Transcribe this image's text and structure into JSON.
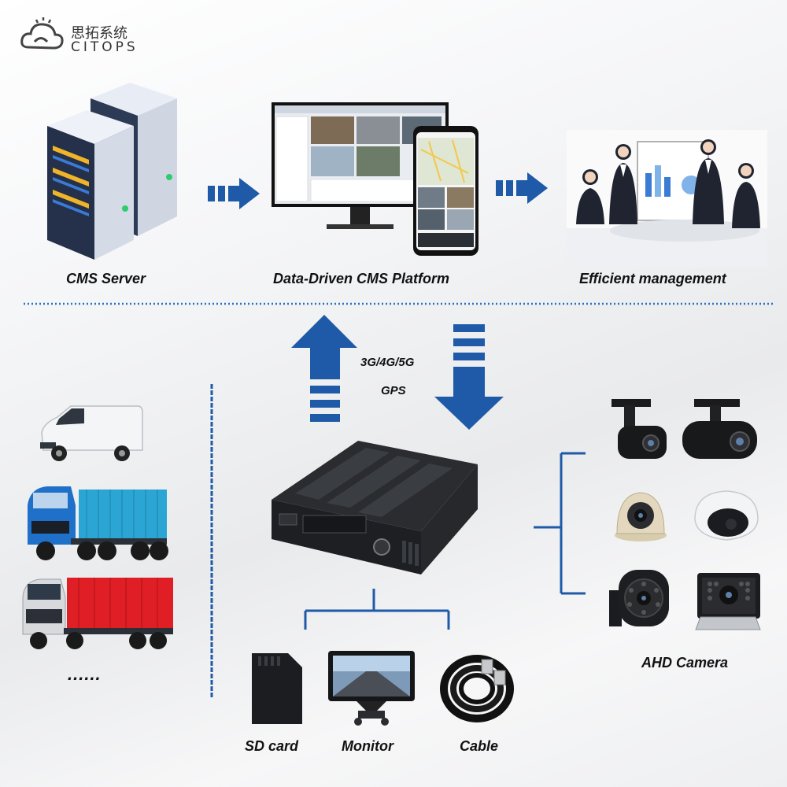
{
  "brand": {
    "name_cn": "思拓系统",
    "name_en": "CITOPS"
  },
  "top_row": {
    "server_label": "CMS Server",
    "platform_label": "Data-Driven CMS Platform",
    "management_label": "Efficient management"
  },
  "network": {
    "line1": "3G/4G/5G",
    "line2": "GPS"
  },
  "vehicles": {
    "more_label": "......"
  },
  "accessories": {
    "sd_label": "SD card",
    "monitor_label": "Monitor",
    "cable_label": "Cable"
  },
  "cameras": {
    "label": "AHD Camera"
  },
  "colors": {
    "accent_blue": "#1f5aa8",
    "dotted_line": "#2a6fc4"
  }
}
